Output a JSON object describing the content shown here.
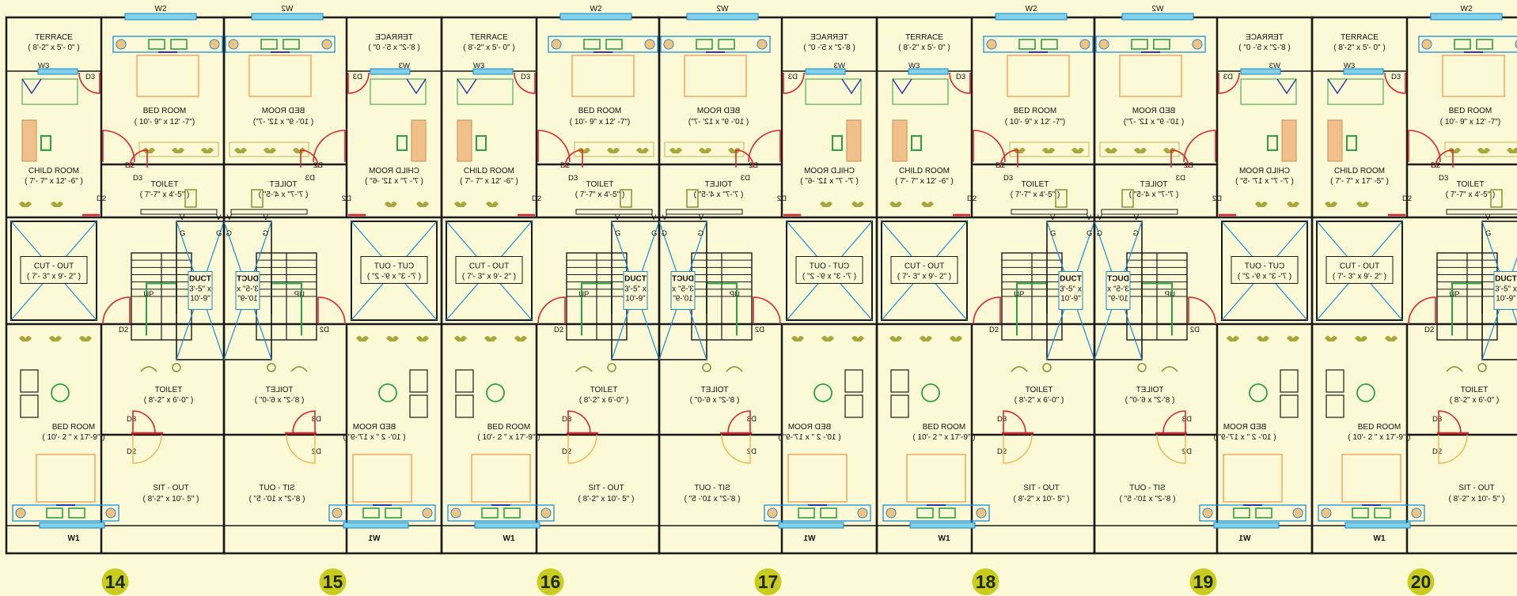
{
  "plan": {
    "labels": {
      "window_top": "W2",
      "window_bottom": "W1",
      "window_child": "W3",
      "door_d2": "D2",
      "door_d3": "D3",
      "terrace": "TERRACE",
      "terrace_size": "( 8'-2\" x 5'- 0\" )",
      "bedroom": "BED ROOM",
      "bedroom_top_size": "( 10'- 9\" x 12' -7\")",
      "bedroom_bottom_size": "( 10'- 2 \" x 17'-9\" )",
      "child_room": "CHILD ROOM",
      "child_size_a": "( 7'- 7\" x 12' -6\" )",
      "child_size_b": "( 7'- 7\" x 17' -5\" )",
      "toilet": "TOILET",
      "toilet_top_size": "( 7'-7\" x 4'-5\" )",
      "toilet_bottom_size": "( 8'-2\" x 6'-0\" )",
      "cutout": "CUT - OUT",
      "cutout_size": "( 7'- 3\" x 9'- 2\" )",
      "up": "UP",
      "duct": "DUCT",
      "duct_size_a": "3'-5\" x",
      "duct_size_b": "10'-9\"",
      "sitout": "SIT - OUT",
      "sitout_size": "( 8'-2\" x 10'- 5\" )",
      "duct_v": "V",
      "duct_g": "G"
    },
    "units": [
      {
        "number": "14",
        "mirror": false,
        "child_size": "a"
      },
      {
        "number": "15",
        "mirror": true,
        "child_size": "a"
      },
      {
        "number": "16",
        "mirror": false,
        "child_size": "a"
      },
      {
        "number": "17",
        "mirror": true,
        "child_size": "a"
      },
      {
        "number": "18",
        "mirror": false,
        "child_size": "a"
      },
      {
        "number": "19",
        "mirror": true,
        "child_size": "b"
      },
      {
        "number": "20",
        "mirror": false,
        "child_size": "b"
      }
    ],
    "colors": {
      "background": "#fbf9d6",
      "wall": "#1a1a1a",
      "window": "#7fd0ee",
      "door": "#e0242b",
      "number_badge": "#c9cc1e"
    }
  }
}
